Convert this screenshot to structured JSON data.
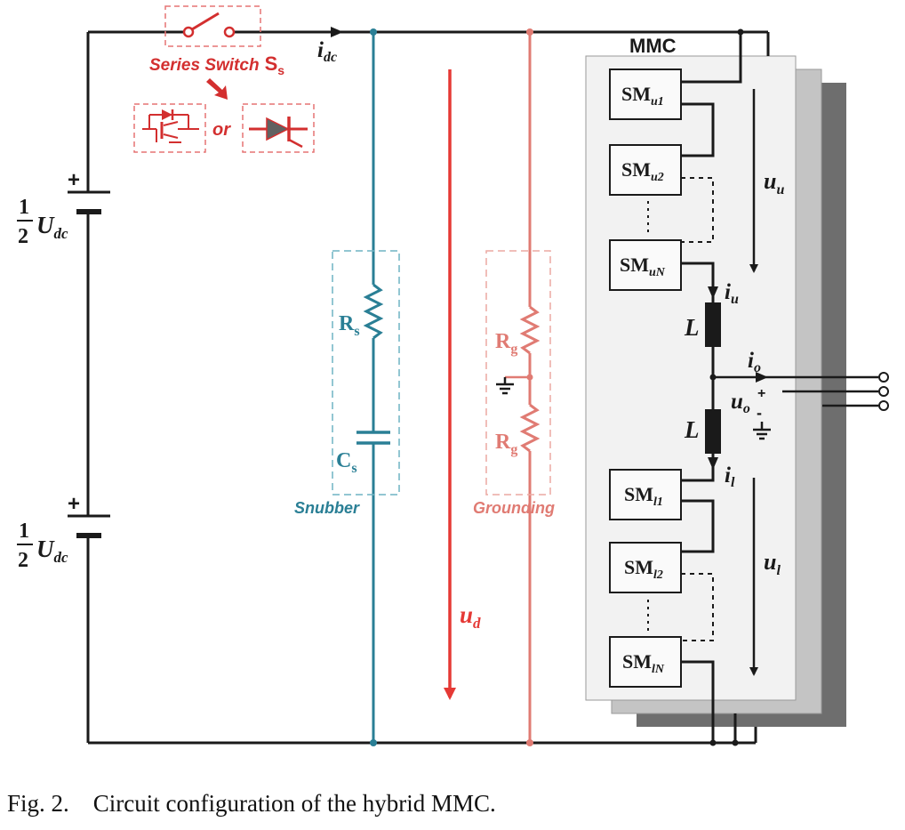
{
  "colors": {
    "wire": "#1a1a1a",
    "switch": "#d32f2f",
    "snubber": "#2a7f95",
    "grounding": "#e07b73",
    "arrow": "#e53935",
    "mmc_front": "#f2f2f2",
    "mmc_mid": "#c8c8c8",
    "mmc_back": "#707070"
  },
  "labels": {
    "series_switch": "Series Switch",
    "series_switch_symbol": "S",
    "series_switch_sub": "s",
    "or": "or",
    "idc_main": "i",
    "idc_sub": "dc",
    "source_half": "1",
    "source_two": "2",
    "source_u": "U",
    "source_sub": "dc",
    "plus": "+",
    "rs_main": "R",
    "rs_sub": "s",
    "cs_main": "C",
    "cs_sub": "s",
    "snubber": "Snubber",
    "rg_main": "R",
    "rg_sub": "g",
    "grounding": "Grounding",
    "ud_main": "u",
    "ud_sub": "d",
    "mmc": "MMC",
    "sm_main": "SM",
    "sm_u1_sub": "u1",
    "sm_u2_sub": "u2",
    "sm_uN_sub": "uN",
    "sm_l1_sub": "l1",
    "sm_l2_sub": "l2",
    "sm_lN_sub": "lN",
    "iu_main": "i",
    "iu_sub": "u",
    "il_main": "i",
    "il_sub": "l",
    "inductor": "L",
    "io_main": "i",
    "io_sub": "o",
    "uo_main": "u",
    "uo_sub": "o",
    "uo_plus": "+",
    "uo_minus": "-",
    "uu_main": "u",
    "uu_sub": "u",
    "ul_main": "u",
    "ul_sub": "l"
  },
  "caption": {
    "label": "Fig. 2.",
    "text": "Circuit configuration of the hybrid MMC."
  }
}
